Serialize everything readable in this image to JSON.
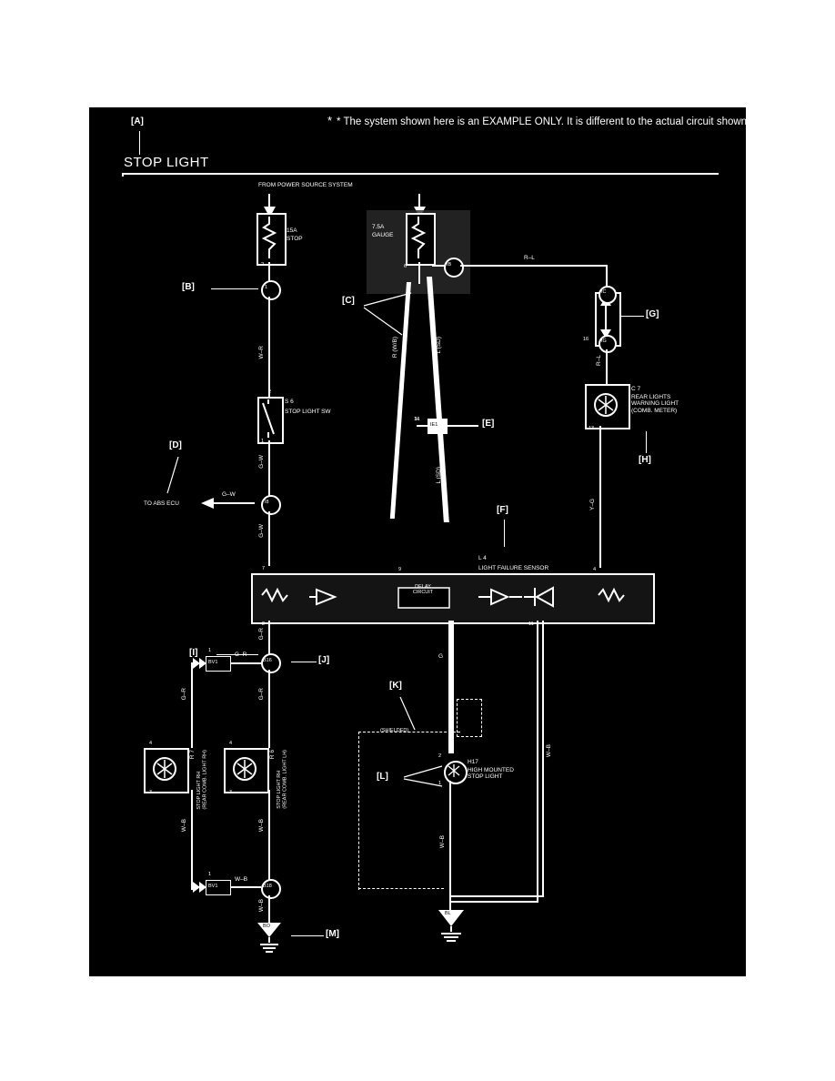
{
  "page": {
    "title": "STOP LIGHT",
    "note": "* The system shown here is an EXAMPLE ONLY. It is different to the actual circuit shown in the SYSTEM CIRCUITS.",
    "source_label": "FROM POWER SOURCE SYSTEM"
  },
  "callouts": {
    "a": "[A]",
    "b": "[B]",
    "c": "[C]",
    "d": "[D]",
    "e": "[E]",
    "f": "[F]",
    "g": "[G]",
    "h": "[H]",
    "i": "[I]",
    "j": "[J]",
    "k": "[K]",
    "l": "[L]",
    "m": "[M]"
  },
  "components": {
    "fuse_stop": {
      "rating": "15A",
      "name": "STOP",
      "pin_top": "1",
      "pin_bottom": "2"
    },
    "fuse_gauge": {
      "rating": "7.5A",
      "name": "GAUGE",
      "junction": "6",
      "pin_top": "1"
    },
    "junction_b1": "1",
    "junction_ib": "IB",
    "junction_i8": "I8",
    "junction_ie1": "IE1",
    "junction_ie1_pin": "14",
    "stop_light_switch": {
      "ref": "S 6",
      "name": "STOP LIGHT SW",
      "pin_top": "2",
      "pin_bottom": "1"
    },
    "bulb_ic": {
      "top": "IC",
      "bottom": "IG"
    },
    "warning_light": {
      "ref": "C 7",
      "name": "REAR LIGHTS\nWARNING LIGHT\n(COMB. METER)",
      "pin_bottom": "13"
    },
    "light_failure_sensor": {
      "ref": "L 4",
      "name": "LIGHT FAILURE SENSOR",
      "delay": "DELAY\nCIRCUIT",
      "pins": [
        "7",
        "8",
        "9",
        "4",
        "2",
        "11"
      ]
    },
    "abs_ecu": "TO ABS ECU",
    "junction_b16": "B16",
    "junction_b18": "B18",
    "connector_bv1_top": "BV1",
    "connector_bv1_bottom": "BV1",
    "stop_light_rh": {
      "ref": "R 7",
      "name": "STOP LIGHT RH\n(REAR COMB. LIGHT RH)",
      "pin_top": "4",
      "pin_bottom": "3"
    },
    "stop_light_lh": {
      "ref": "R 6",
      "name": "STOP LIGHT RH\n(REAR COMB. LIGHT LH)",
      "pin_top": "4",
      "pin_bottom": "3"
    },
    "high_mounted": {
      "ref": "H17",
      "name": "HIGH MOUNTED\nSTOP LIGHT",
      "pin_top": "2",
      "pin_bottom": "1"
    },
    "shielded": "(SHIELDED)",
    "ground_bo": "BO",
    "ground_bl": "BL"
  },
  "wire_colors": {
    "w_r": "W–R",
    "g_w_1": "G–W",
    "g_w_2": "G–W",
    "g_w_3": "G–W",
    "r_l": "R–L",
    "r_wb": "R (W/B)",
    "l_sd": "L (SD)",
    "l_sd2": "L (SD)",
    "r_l2": "R–L",
    "y_g": "Y–G",
    "g_r_1": "G–R",
    "g_r_2": "G–R",
    "g_r_3": "G–R",
    "g_r_4": "G–R",
    "g": "G",
    "w_b_1": "W–B",
    "w_b_2": "W–B",
    "w_b_3": "W–B",
    "w_b_4": "W–B",
    "w_b_5": "W–B"
  }
}
